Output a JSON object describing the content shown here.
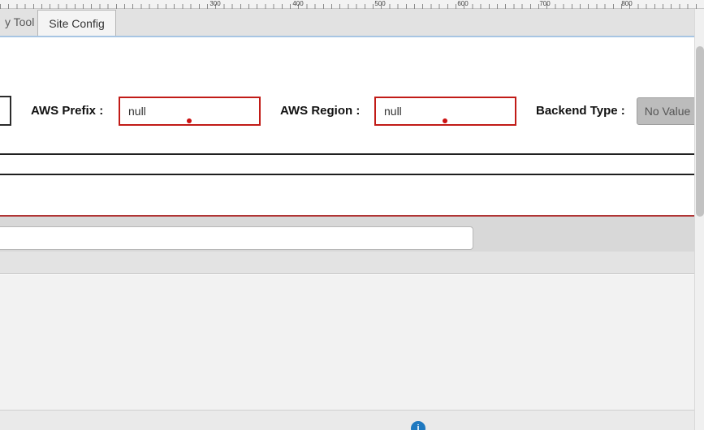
{
  "ruler": {
    "ticks": [
      "300",
      "400",
      "500",
      "600",
      "700",
      "800"
    ]
  },
  "tabs": {
    "tool": {
      "label": "y Tool"
    },
    "site_config": {
      "label": "Site Config"
    }
  },
  "form": {
    "aws_prefix": {
      "label": "AWS Prefix :",
      "value": "null"
    },
    "aws_region": {
      "label": "AWS Region :",
      "value": "null"
    },
    "backend_type": {
      "label": "Backend Type :",
      "value": "No Value"
    }
  },
  "filter_input": {
    "value": ""
  },
  "footer": {
    "info_icon": "i"
  }
}
